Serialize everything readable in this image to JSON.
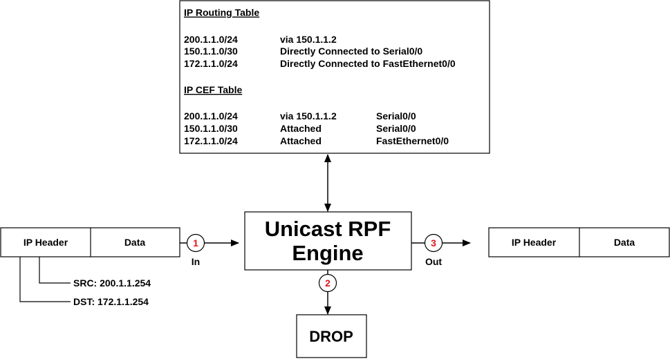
{
  "routing_table": {
    "title": "IP Routing Table",
    "rows": [
      {
        "prefix": "200.1.1.0/24",
        "route": "via 150.1.1.2"
      },
      {
        "prefix": "150.1.1.0/30",
        "route": "Directly Connected to Serial0/0"
      },
      {
        "prefix": "172.1.1.0/24",
        "route": "Directly Connected to FastEthernet0/0"
      }
    ]
  },
  "cef_table": {
    "title": "IP CEF Table",
    "rows": [
      {
        "prefix": "200.1.1.0/24",
        "next_hop": "via 150.1.1.2",
        "interface": "Serial0/0"
      },
      {
        "prefix": "150.1.1.0/30",
        "next_hop": "Attached",
        "interface": "Serial0/0"
      },
      {
        "prefix": "172.1.1.0/24",
        "next_hop": "Attached",
        "interface": "FastEthernet0/0"
      }
    ]
  },
  "engine": {
    "line1": "Unicast RPF",
    "line2": "Engine"
  },
  "drop": {
    "label": "DROP"
  },
  "incoming_packet": {
    "header": "IP Header",
    "data": "Data",
    "src": "SRC: 200.1.1.254",
    "dst": "DST: 172.1.1.254"
  },
  "outgoing_packet": {
    "header": "IP Header",
    "data": "Data"
  },
  "steps": [
    {
      "number": "1",
      "label": "In"
    },
    {
      "number": "2",
      "label": ""
    },
    {
      "number": "3",
      "label": "Out"
    }
  ],
  "colors": {
    "step_number": "#e0161d",
    "lines": "#000000"
  }
}
